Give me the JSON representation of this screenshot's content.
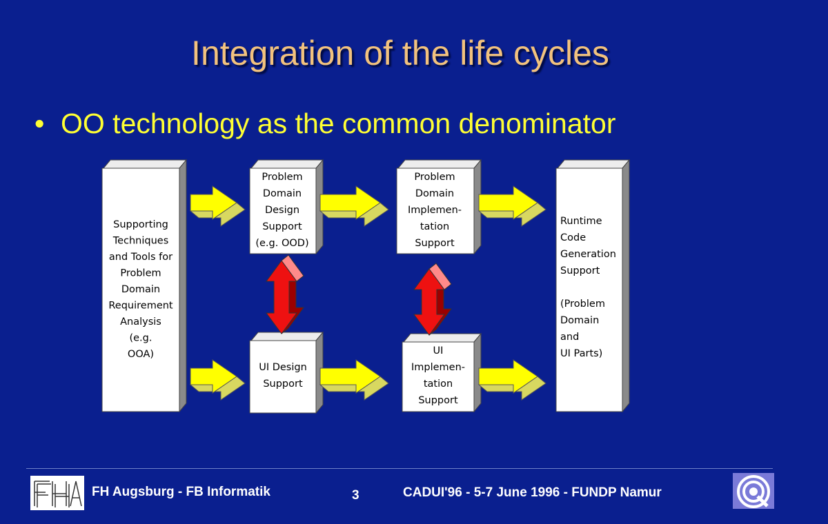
{
  "slide": {
    "title": "Integration of the life cycles",
    "bullet": "OO technology as the common denominator"
  },
  "diagram": {
    "analysis_box": [
      "Supporting",
      "Techniques",
      "and Tools for",
      "Problem",
      "Domain",
      "Requirement",
      "Analysis",
      "(e.g.",
      "OOA)"
    ],
    "pd_design_box": [
      "Problem",
      "Domain",
      "Design",
      "Support",
      "(e.g. OOD)"
    ],
    "pd_impl_box": [
      "Problem",
      "Domain",
      "Implemen-",
      "tation",
      "Support"
    ],
    "ui_design_box": [
      "UI Design",
      "Support"
    ],
    "ui_impl_box": [
      "UI",
      "Implemen-",
      "tation",
      "Support"
    ],
    "runtime_box": [
      "Runtime",
      "Code",
      "Generation",
      "Support",
      "",
      "(Problem",
      "Domain",
      "and",
      "UI Parts)"
    ]
  },
  "footer": {
    "left": "FH Augsburg - FB Informatik",
    "page": "3",
    "right": "CADUI'96 - 5-7 June 1996 - FUNDP Namur"
  },
  "logos": {
    "left": "FHA"
  },
  "colors": {
    "background": "#0A1F8F",
    "title": "#F2C27E",
    "bullet": "#FFFF33",
    "arrow_yellow": "#FFFF00",
    "arrow_red": "#EE1111"
  }
}
